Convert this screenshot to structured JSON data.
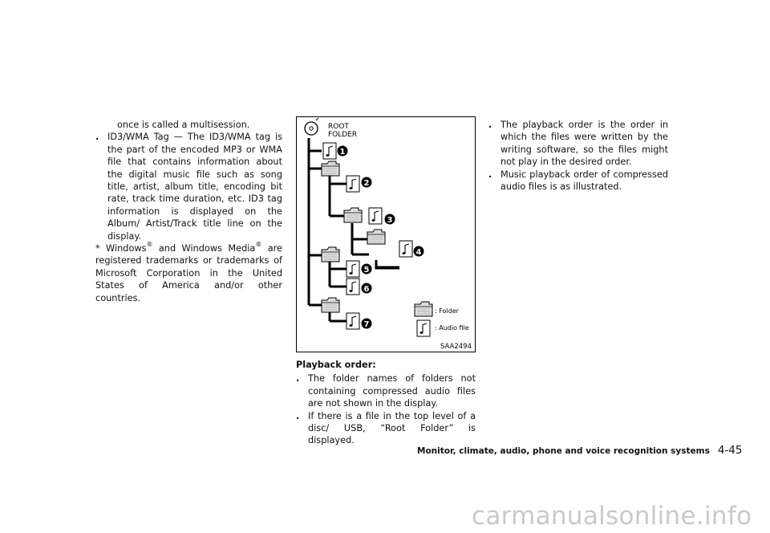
{
  "left_column": {
    "continuation": "once is called a multisession.",
    "bullet_id3": "ID3/WMA Tag — The ID3/WMA tag is the part of the encoded MP3 or WMA file that contains information about the digital music file such as song title, artist, album title, encoding bit rate, track time duration, etc. ID3 tag information is displayed on the Album/ Artist/Track title line on the display.",
    "trademark_prefix": "* Windows",
    "trademark_mid": " and Windows Media",
    "trademark_rest": " are registered trademarks or trademarks of Microsoft Corporation in the United States of America and/or other countries.",
    "registered_mark": "®"
  },
  "figure": {
    "root_label_line1": "ROOT",
    "root_label_line2": "FOLDER",
    "numbers": [
      "1",
      "2",
      "3",
      "4",
      "5",
      "6",
      "7"
    ],
    "legend_folder": ": Folder",
    "legend_audio": ": Audio file",
    "code": "SAA2494"
  },
  "middle_column": {
    "heading": "Playback order:",
    "bullet1": "The folder names of folders not containing compressed audio files are not shown in the display.",
    "bullet2": "If there is a file in the top level of a disc/ USB, “Root Folder” is displayed."
  },
  "right_column": {
    "bullet1": "The playback order is the order in which the files were written by the writing software, so the files might not play in the desired order.",
    "bullet2": "Music playback order of compressed audio files is as illustrated."
  },
  "footer": {
    "section": "Monitor, climate, audio, phone and voice recognition systems",
    "page": "4-45"
  },
  "watermark": "carmanualsonline.info"
}
